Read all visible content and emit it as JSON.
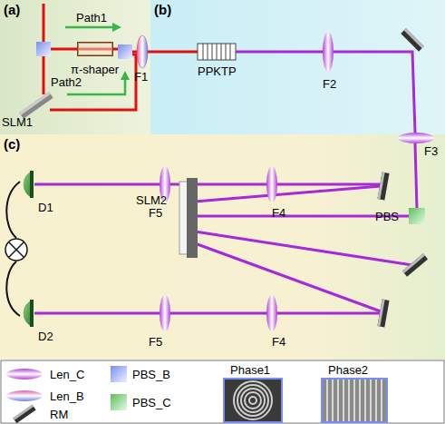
{
  "diagram": {
    "nodes": [
      {
        "text": [
          "(a)"
        ]
      },
      {
        "text": [
          "(b)"
        ]
      },
      {
        "text": [
          "(c)"
        ]
      }
    ],
    "labels": [
      "Path1",
      "Path2",
      "π-shaper",
      "SLM1",
      "F1",
      "PPKTP",
      "F2",
      "F3",
      "SLM2",
      "PBS",
      "D1",
      "D2",
      "F5",
      "F4",
      "F5",
      "F4",
      "Phase1",
      "Phase2"
    ],
    "legend": [
      {
        "text": "Len_C"
      },
      {
        "text": "Len_B"
      },
      {
        "text": "RM"
      },
      {
        "text": "PBS_B"
      },
      {
        "text": "PBS_C"
      }
    ]
  }
}
